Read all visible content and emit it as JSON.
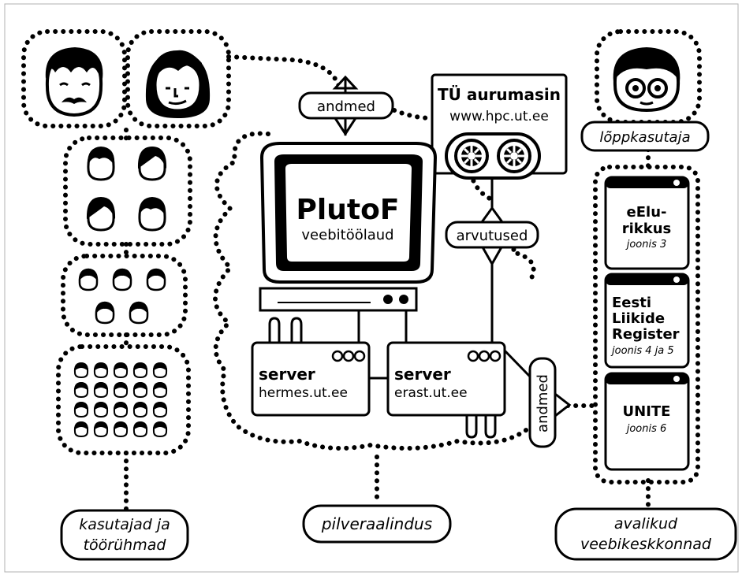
{
  "users": {
    "bottom_label_line1": "kasutajad ja",
    "bottom_label_line2": "töörühmad"
  },
  "cloud": {
    "label": "pilveraalindus",
    "data_label_top": "andmed",
    "data_label_right": "andmed",
    "computations_label": "arvutused"
  },
  "plutof": {
    "title": "PlutoF",
    "subtitle": "veebitöölaud"
  },
  "hpc": {
    "title": "TÜ aurumasin",
    "url": "www.hpc.ut.ee"
  },
  "servers": [
    {
      "label": "server",
      "host": "hermes.ut.ee"
    },
    {
      "label": "server",
      "host": "erast.ut.ee"
    }
  ],
  "end_user": {
    "label": "lõppkasutaja"
  },
  "public_envs": {
    "items": [
      {
        "line1": "eElu-",
        "line2": "rikkus",
        "caption": "joonis 3"
      },
      {
        "line1": "Eesti",
        "line2": "Liikide",
        "line3": "Register",
        "caption": "joonis 4 ja 5"
      },
      {
        "line1": "UNITE",
        "caption": "joonis 6"
      }
    ],
    "label_line1": "avalikud",
    "label_line2": "veebikeskkonnad"
  }
}
